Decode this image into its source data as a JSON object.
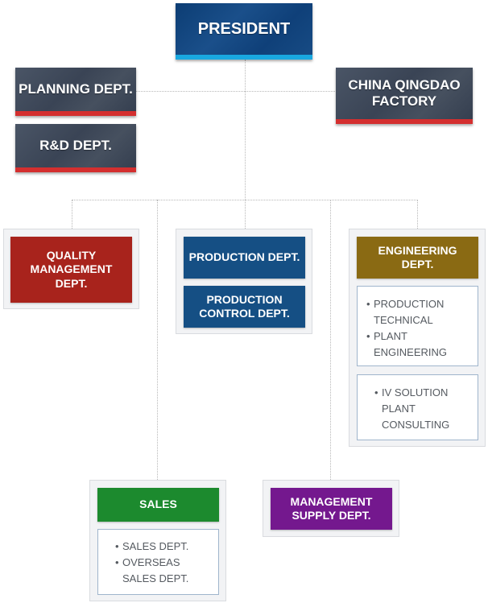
{
  "president": "PRESIDENT",
  "planning": "PLANNING DEPT.",
  "rnd": "R&D DEPT.",
  "factory": [
    "CHINA QINGDAO",
    "FACTORY"
  ],
  "quality": [
    "QUALITY",
    "MANAGEMENT",
    "DEPT."
  ],
  "production": "PRODUCTION DEPT.",
  "production_control": [
    "PRODUCTION",
    "CONTROL DEPT."
  ],
  "engineering": {
    "title": [
      "ENGINEERING",
      "DEPT."
    ],
    "list1": [
      {
        "bullet": "•",
        "lines": [
          "PRODUCTION",
          "TECHNICAL"
        ]
      },
      {
        "bullet": "•",
        "lines": [
          "PLANT",
          "ENGINEERING"
        ]
      }
    ],
    "list2": [
      {
        "bullet": "•",
        "lines": [
          "IV SOLUTION",
          "PLANT",
          "CONSULTING"
        ]
      }
    ]
  },
  "sales": {
    "title": "SALES",
    "list": [
      {
        "bullet": "•",
        "lines": [
          "SALES DEPT."
        ]
      },
      {
        "bullet": "•",
        "lines": [
          "OVERSEAS",
          "SALES DEPT."
        ]
      }
    ]
  },
  "management_supply": [
    "MANAGEMENT",
    "SUPPLY DEPT."
  ],
  "colors": {
    "president": "#0f4079",
    "exec": "#3f4a5b",
    "exec_accent": "#d42f2f",
    "president_accent": "#19a8e0",
    "quality": "#a8231c",
    "production": "#154f84",
    "engineering": "#8a6a13",
    "sales": "#1c8a2e",
    "management_supply": "#74188e"
  }
}
